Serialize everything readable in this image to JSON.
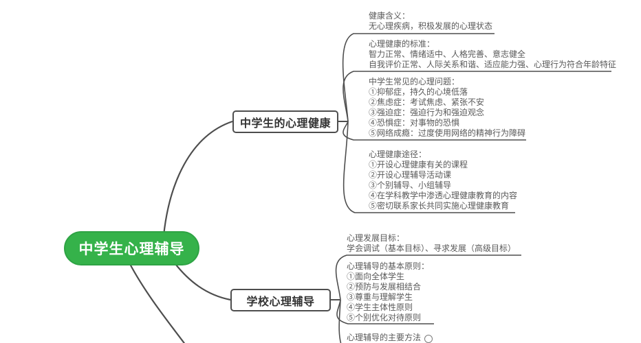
{
  "root": {
    "label": "中学生心理辅导"
  },
  "colors": {
    "root_bg": "#35B24A",
    "line": "#4d4d4d",
    "leaf_text": "#595959",
    "box_border": "#4d4d4d",
    "box_text": "#333333",
    "background": "#ffffff"
  },
  "branches": [
    {
      "label": "中学生的心理健康",
      "leaves": [
        {
          "lines": [
            "健康含义：",
            "无心理疾病，积极发展的心理状态"
          ]
        },
        {
          "lines": [
            "心理健康的标准：",
            "智力正常、情绪适中、人格完善、意志健全",
            "自我评价正常、人际关系和谐、适应能力强、心理行为符合年龄特征"
          ]
        },
        {
          "lines": [
            "中学生常见的心理问题：",
            "①抑郁症，持久的心境低落",
            "②焦虑症：考试焦虑、紧张不安",
            "③强迫症：强迫行为和强迫观念",
            "④恐惧症：对事物的恐惧",
            "⑤网络成瘾：过度使用网络的精神行为障碍"
          ]
        },
        {
          "lines": [
            "心理健康途径：",
            "①开设心理健康有关的课程",
            "②开设心理辅导活动课",
            "③个别辅导、小组辅导",
            "④在学科教学中渗透心理健康教育的内容",
            "⑤密切联系家长共同实施心理健康教育"
          ]
        }
      ]
    },
    {
      "label": "学校心理辅导",
      "leaves": [
        {
          "lines": [
            "心理发展目标：",
            "学会调试（基本目标）、寻求发展（高级目标）"
          ]
        },
        {
          "lines": [
            "心理辅导的基本原则：",
            "①面向全体学生",
            "②预防与发展相结合",
            "③尊重与理解学生",
            "④学生主体性原则",
            "⑤个别优化对待原则"
          ]
        },
        {
          "lines": [
            "心理辅导的主要方法"
          ]
        }
      ]
    }
  ]
}
